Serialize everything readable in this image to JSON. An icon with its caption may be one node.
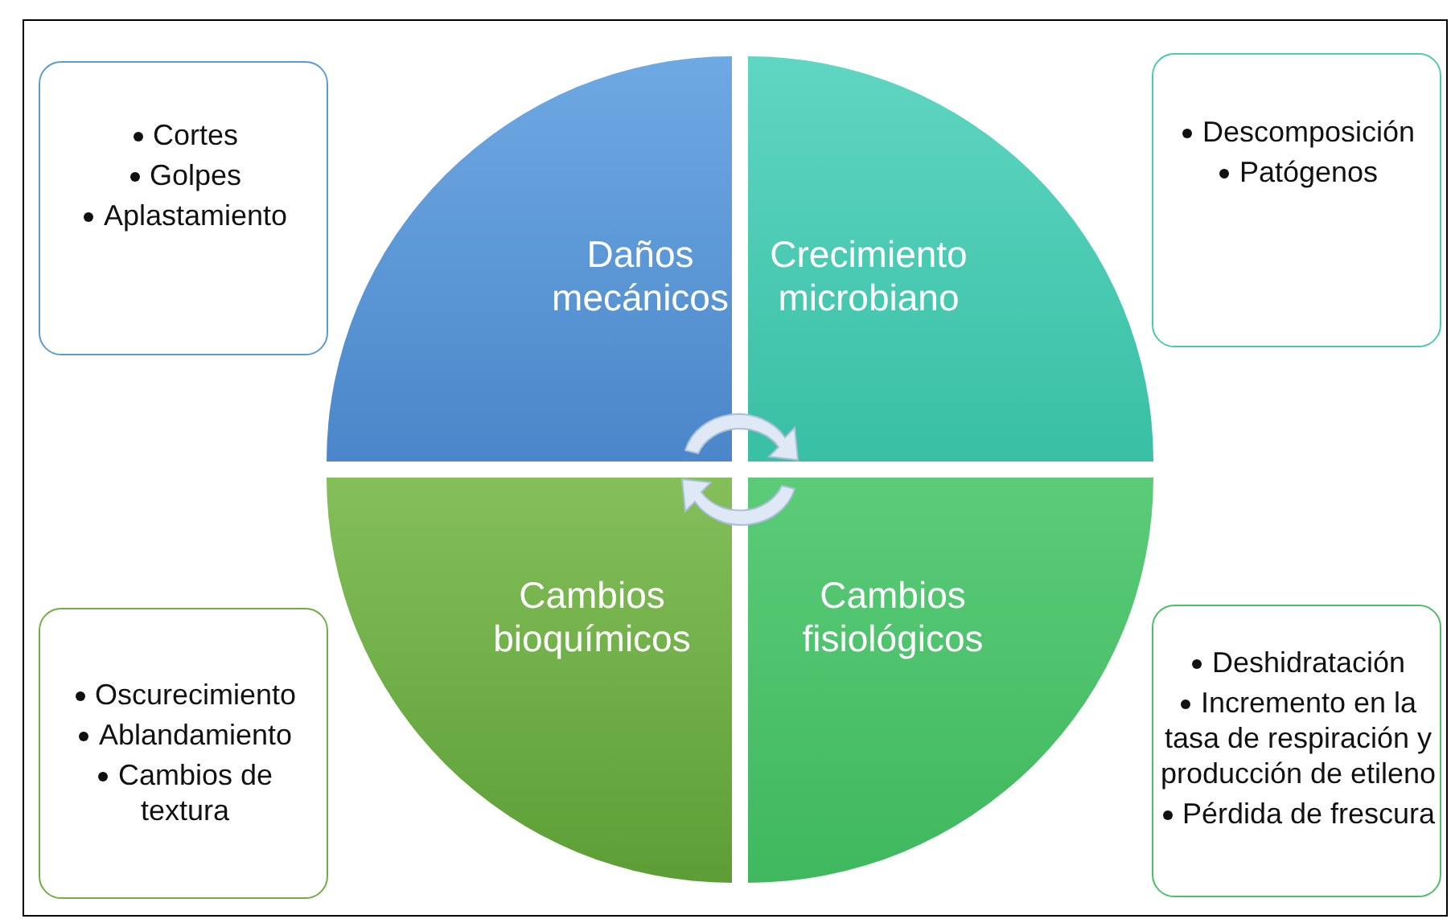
{
  "diagram": {
    "nodes": [
      {
        "text": [
          "Cortes",
          "Golpes",
          "Aplastamiento"
        ]
      },
      {
        "text": [
          "Descomposición",
          "Patógenos"
        ]
      },
      {
        "text": [
          "Oscurecimiento",
          "Ablandamiento",
          "Cambios de textura"
        ]
      },
      {
        "text": [
          "Deshidratación",
          "Incremento en la tasa de respiración y producción de etileno",
          "Pérdida de frescura"
        ]
      },
      {
        "text": [
          "Daños mecánicos"
        ]
      },
      {
        "text": [
          "Crecimiento microbiano"
        ]
      },
      {
        "text": [
          "Cambios bioquímicos"
        ]
      },
      {
        "text": [
          "Cambios fisiológicos"
        ]
      }
    ],
    "edges": []
  }
}
